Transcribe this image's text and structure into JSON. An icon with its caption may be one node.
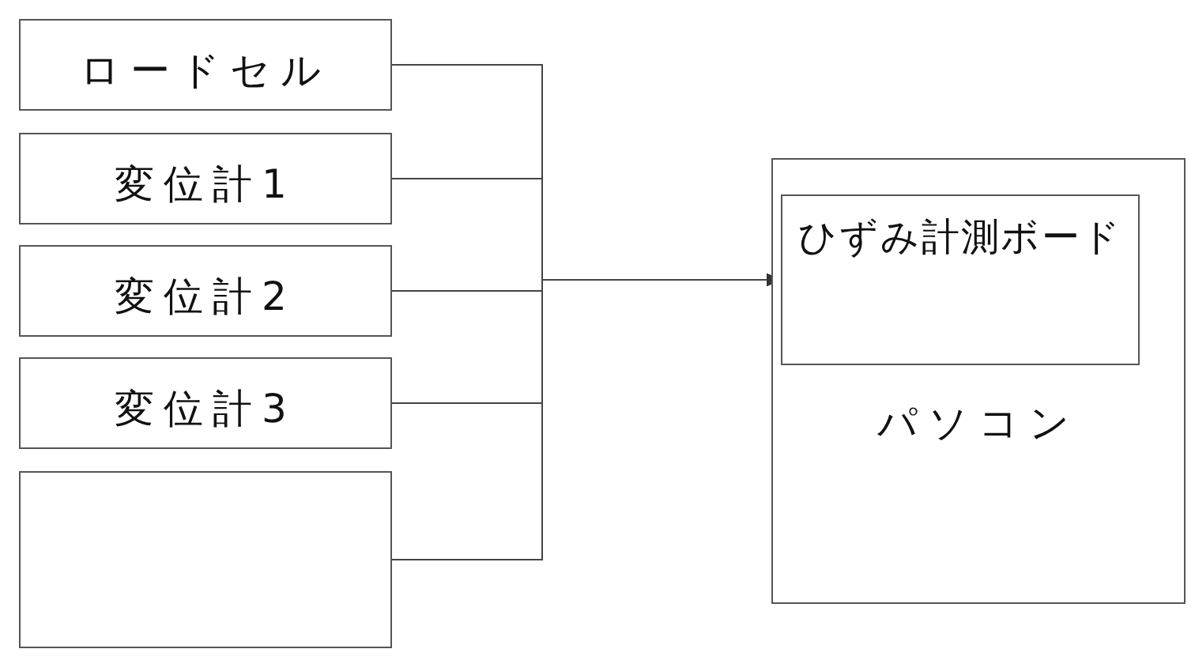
{
  "diagram": {
    "nodes": [
      {
        "text": [
          "ロードセル"
        ]
      },
      {
        "text": [
          "変位計1"
        ]
      },
      {
        "text": [
          "変位計2"
        ]
      },
      {
        "text": [
          "変位計3"
        ]
      },
      {
        "text": [],
        "shape": "box"
      },
      {
        "text": [
          "パソコン"
        ]
      },
      {
        "text": [
          "ひずみ計測ボード"
        ],
        "in": 5
      }
    ],
    "edges": [
      {
        "from": 0,
        "to": 6,
        "arrow": "to"
      },
      {
        "from": 1,
        "to": 6,
        "arrow": "to"
      },
      {
        "from": 2,
        "to": 6,
        "arrow": "to"
      },
      {
        "from": 3,
        "to": 6,
        "arrow": "to"
      },
      {
        "from": 4,
        "to": 6,
        "arrow": "to"
      }
    ]
  }
}
